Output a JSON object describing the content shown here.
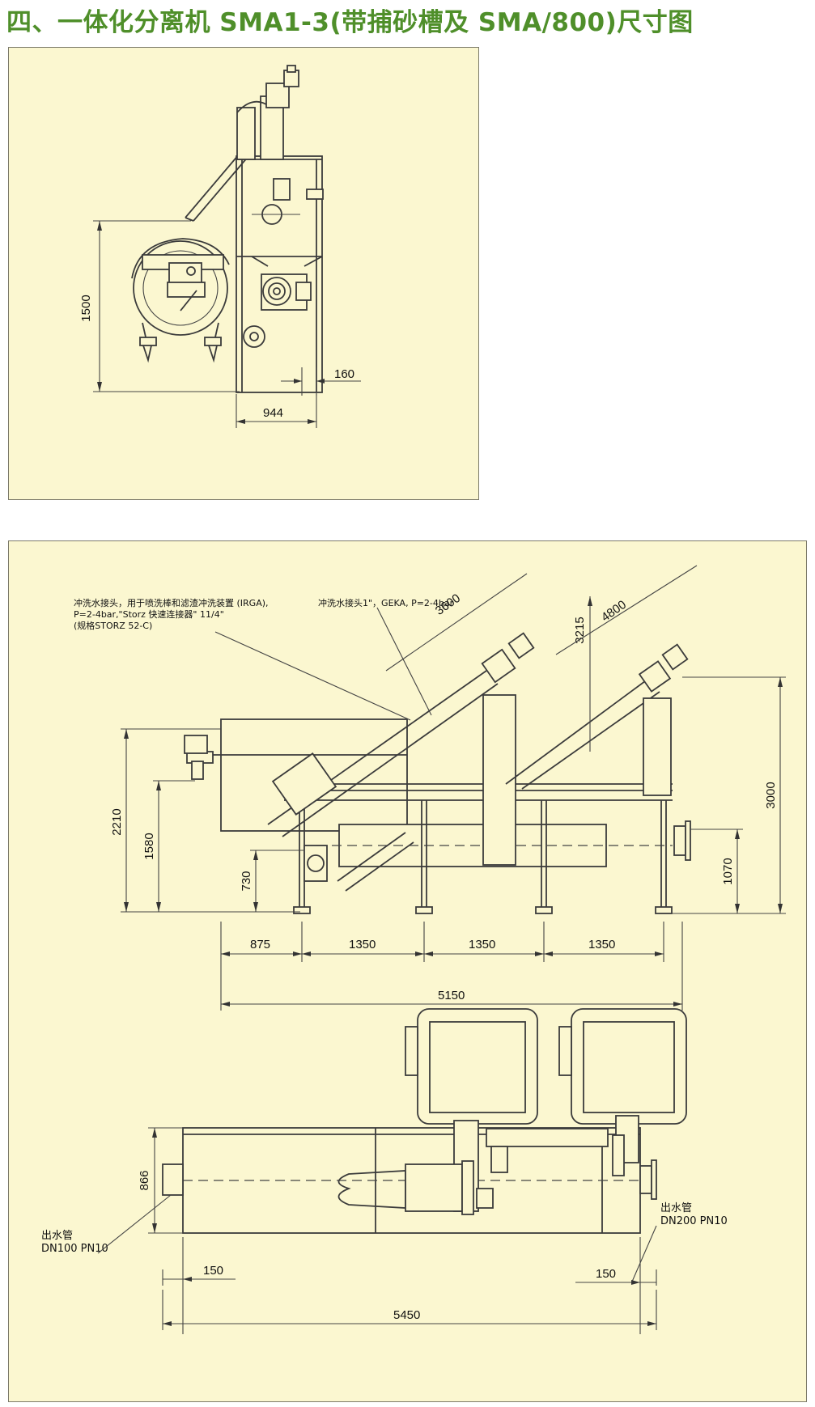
{
  "title": "四、一体化分离机 SMA1-3(带捕砂槽及 SMA/800)尺寸图",
  "top_view": {
    "dim_height": "1500",
    "dim_small": "160",
    "dim_width": "944"
  },
  "side_view": {
    "note_irga_line1": "冲洗水接头，用于喷洗棒和滤渣冲洗装置 (IRGA),",
    "note_irga_line2": "P=2-4bar,\"Storz 快速连接器\" 11/4\"",
    "note_irga_line3": "(规格STORZ 52-C)",
    "note_geka": "冲洗水接头1\"，GEKA, P=2-4bar",
    "dim_3600": "3600",
    "dim_4800": "4800",
    "dim_3215": "3215",
    "dim_2210": "2210",
    "dim_1580": "1580",
    "dim_730": "730",
    "dim_3000": "3000",
    "dim_1070": "1070",
    "dim_875": "875",
    "dim_1350_a": "1350",
    "dim_1350_b": "1350",
    "dim_1350_c": "1350",
    "dim_5150": "5150"
  },
  "plan_view": {
    "dim_866": "866",
    "outlet_left_label": "出水管",
    "outlet_left_spec": "DN100 PN10",
    "outlet_right_label": "出水管",
    "outlet_right_spec": "DN200 PN10",
    "dim_150_left": "150",
    "dim_150_right": "150",
    "dim_5450": "5450"
  }
}
